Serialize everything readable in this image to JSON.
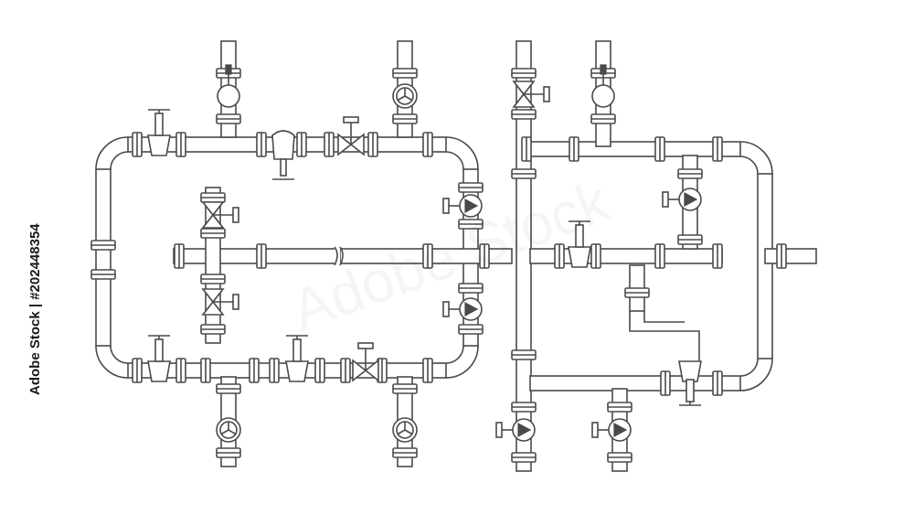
{
  "image": {
    "stock_id": "Adobe Stock | #202448354",
    "watermark": "Adobe Stock",
    "colors": {
      "line": "#4a4a4a",
      "background": "#ffffff"
    }
  },
  "diagram": {
    "components": [
      "gate-valve",
      "ball-valve",
      "butterfly-valve",
      "check-valve",
      "wheel-valve",
      "flange",
      "pipe-bend",
      "pipe-tee",
      "pipe-break"
    ]
  }
}
